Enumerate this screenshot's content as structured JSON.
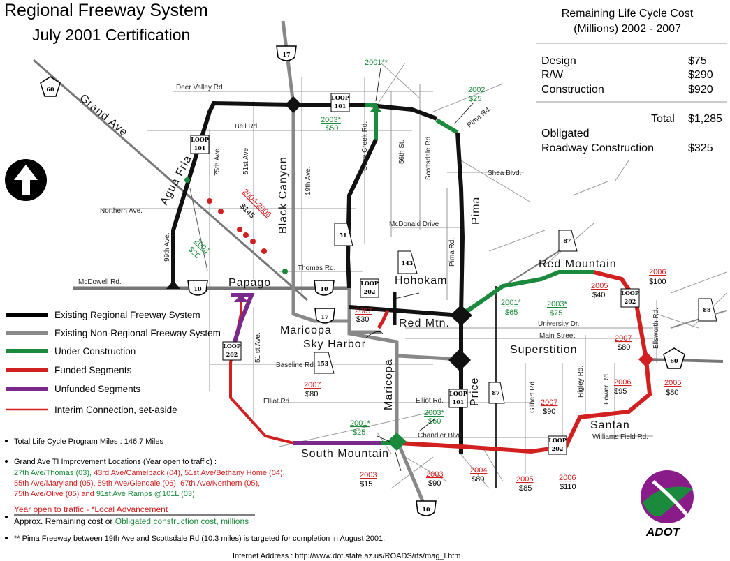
{
  "title": {
    "line1": "Regional Freeway System",
    "line2": "July 2001 Certification"
  },
  "cost_box": {
    "heading1": "Remaining Life Cycle Cost",
    "heading2": "(Millions) 2002 - 2007",
    "rows": [
      {
        "label": "Design",
        "value": "$75"
      },
      {
        "label": "R/W",
        "value": "$290"
      },
      {
        "label": "Construction",
        "value": "$920"
      }
    ],
    "total_label": "Total",
    "total_value": "$1,285",
    "obligated_line1": "Obligated",
    "obligated_line2": "Roadway Construction",
    "obligated_value": "$325",
    "colors": {
      "obligated": "#1c8a3c"
    }
  },
  "legend": [
    {
      "label": "Existing Regional Freeway System",
      "color": "#000000"
    },
    {
      "label": "Existing Non-Regional Freeway System",
      "color": "#8a8a8a"
    },
    {
      "label": "Under Construction",
      "color": "#1c8a3c"
    },
    {
      "label": "Funded Segments",
      "color": "#d02020"
    },
    {
      "label": "Unfunded Segments",
      "color": "#7a2a8a"
    },
    {
      "label": "Interim Connection, set-aside",
      "color": "#d02020"
    }
  ],
  "notes": {
    "total_miles": "Total Life Cycle Program Miles : 146.7 Miles",
    "grand_ave_heading": "Grand Ave TI Improvement Locations (Year open to traffic) :",
    "grand_ave_lines": [
      [
        "27th Ave/Thomas (03), ",
        "43rd Ave/Camelback (04), 51st Ave/Bethany Home (04),"
      ],
      [
        "",
        "55th Ave/Maryland (05), 59th Ave/Glendale (06), 67th Ave/Northern (05),"
      ],
      [
        "",
        "75th Ave/Olive (05) and ",
        "91st Ave Ramps @101L (03)"
      ]
    ],
    "year_open": "Year open to traffic  -  *Local Advancement",
    "approx_cost_prefix": "Approx. Remaining  cost or ",
    "approx_cost_green": "Obligated construction cost, millions",
    "pima_note": "** Pima Freeway between 19th Ave and Scottsdale Rd (10.3 miles) is targeted for completion in August 2001.",
    "internet": "Internet Address : http://www.dot.state.az.us/ROADS/rfs/mag_l.htm"
  },
  "roads": {
    "deer_valley": "Deer Valley Rd.",
    "bell": "Bell Rd.",
    "northern": "Northern Ave.",
    "mcdowell": "McDowell Rd.",
    "thomas": "Thomas Rd.",
    "baseline": "Baseline Rd.",
    "elliot_w": "Elliot Rd.",
    "elliot_e": "Elliot Rd.",
    "chandler": "Chandler Blvd.",
    "williams": "Williams Field Rd.",
    "university": "University Dr.",
    "main": "Main Street",
    "shea": "Shea Blvd.",
    "mcdonald": "McDonald Drive",
    "ave75": "75th Ave.",
    "ave51": "51st Ave.",
    "ave51s": "51 st Ave.",
    "ave99": "99th Ave.",
    "ave19": "19th Ave.",
    "cave_creek": "Cave Creek Rd.",
    "st56": "56th St.",
    "scottsdale": "Scottsdale Rd.",
    "pima_rd_n": "Pima Rd.",
    "pima_rd_s": "Pima Rd.",
    "gilbert": "Gilbert Rd.",
    "higley": "Higley Rd.",
    "power": "Power Rd.",
    "ellsworth": "Ellsworth Rd."
  },
  "freeway_names": {
    "grand_ave": "Grand Ave",
    "agua_fria": "Agua Fria",
    "black_canyon": "Black Canyon",
    "pima": "Pima",
    "papago": "Papago",
    "hohokam": "Hohokam",
    "red_mtn": "Red Mtn.",
    "red_mountain": "Red Mountain",
    "maricopa_n": "Maricopa",
    "sky_harbor": "Sky Harbor",
    "maricopa_s": "Maricopa",
    "superstition": "Superstition",
    "price": "Price",
    "santan": "Santan",
    "south_mountain": "South Mountain"
  },
  "shields": {
    "i17": "17",
    "i10": "10",
    "us60": "60",
    "loop": "LOOP",
    "l101": "101",
    "l202": "202",
    "sr51": "51",
    "sr143": "143",
    "sr153": "153",
    "sr87": "87",
    "sr88": "88"
  },
  "annotations": [
    {
      "id": "a2001ss",
      "year": "2001**",
      "cost": ""
    },
    {
      "id": "a2002",
      "year": "2002",
      "cost": "$25"
    },
    {
      "id": "a2003s50",
      "year": "2003*",
      "cost": "$50"
    },
    {
      "id": "a2004",
      "year": "2004-2006",
      "cost": "$145"
    },
    {
      "id": "a2003g25",
      "year": "2003",
      "cost": "$25"
    },
    {
      "id": "a2007_30",
      "year": "2007",
      "cost": "$30"
    },
    {
      "id": "a2001s65",
      "year": "2001*",
      "cost": "$65"
    },
    {
      "id": "a2003s75",
      "year": "2003*",
      "cost": "$75"
    },
    {
      "id": "a2005_40",
      "year": "2005",
      "cost": "$40"
    },
    {
      "id": "a2006_100",
      "year": "2006",
      "cost": "$100"
    },
    {
      "id": "a2007_80e",
      "year": "2007",
      "cost": "$80"
    },
    {
      "id": "a2006_95",
      "year": "2006",
      "cost": "$95"
    },
    {
      "id": "a2005_80",
      "year": "2005",
      "cost": "$80"
    },
    {
      "id": "a2007_90",
      "year": "2007",
      "cost": "$90"
    },
    {
      "id": "a2007_80w",
      "year": "2007",
      "cost": "$80"
    },
    {
      "id": "a2001s25",
      "year": "2001*",
      "cost": "$25"
    },
    {
      "id": "a2003s60",
      "year": "2003*",
      "cost": "$60"
    },
    {
      "id": "a2003_15",
      "year": "2003",
      "cost": "$15"
    },
    {
      "id": "a2003_90",
      "year": "2003",
      "cost": "$90"
    },
    {
      "id": "a2004_80",
      "year": "2004",
      "cost": "$80"
    },
    {
      "id": "a2005_85",
      "year": "2005",
      "cost": "$85"
    },
    {
      "id": "a2006_110",
      "year": "2006",
      "cost": "$110"
    }
  ],
  "logo": {
    "text": "ADOT"
  }
}
